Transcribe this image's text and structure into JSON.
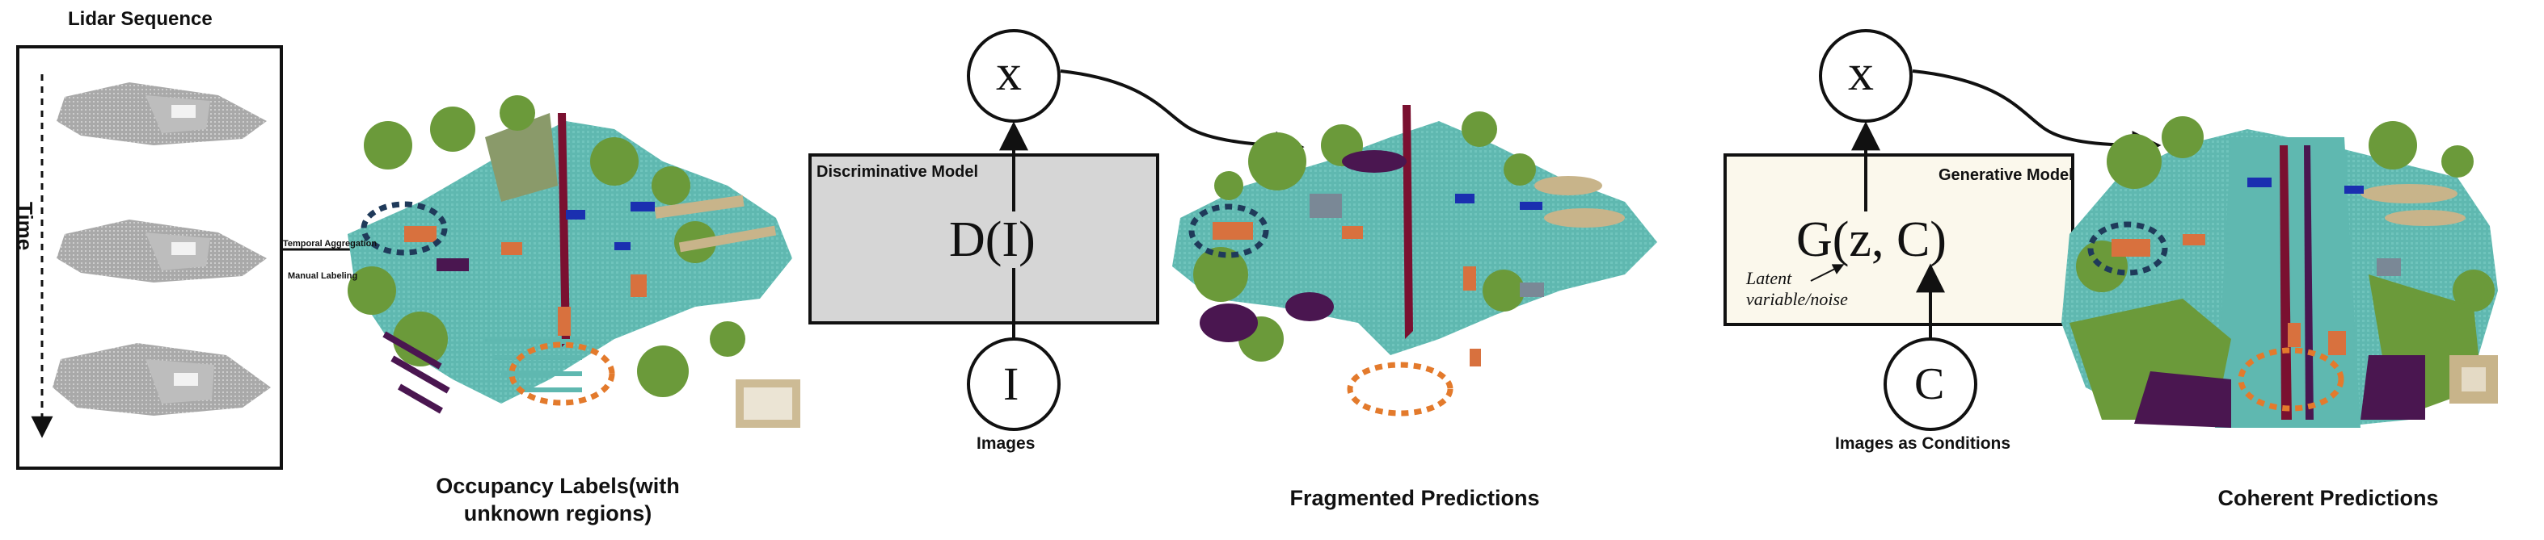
{
  "panel1": {
    "lidar_title": "Lidar Sequence",
    "time_label": "Time",
    "arrow_top_label": "Temporal Aggregation",
    "arrow_bottom_label": "Manual Labeling",
    "caption_line1": "Occupancy Labels(with",
    "caption_line2": "unknown regions)"
  },
  "panel2": {
    "x_node": "x",
    "box_title": "Discriminative Model",
    "box_formula": "D(I)",
    "input_node": "I",
    "input_label": "Images",
    "caption": "Fragmented Predictions",
    "box_fill": "#d6d6d6"
  },
  "panel3": {
    "x_node": "x",
    "box_title": "Generative Model",
    "box_formula": "G(z, C)",
    "latent_line1": "Latent",
    "latent_line2": "variable/noise",
    "input_node": "C",
    "input_label": "Images as Conditions",
    "caption": "Coherent Predictions",
    "box_fill": "#fbf8ec"
  },
  "colors": {
    "road": "#5fb8b0",
    "vegetation": "#6b9a3a",
    "terrain": "#8a9a6a",
    "building": "#c8b48a",
    "vehicle": "#d8713e",
    "purple": "#4a1650",
    "dark_red": "#7a1030",
    "blue": "#1a2fb0",
    "highlight_blue": "#1f3a5a",
    "highlight_orange": "#e37a2c"
  }
}
